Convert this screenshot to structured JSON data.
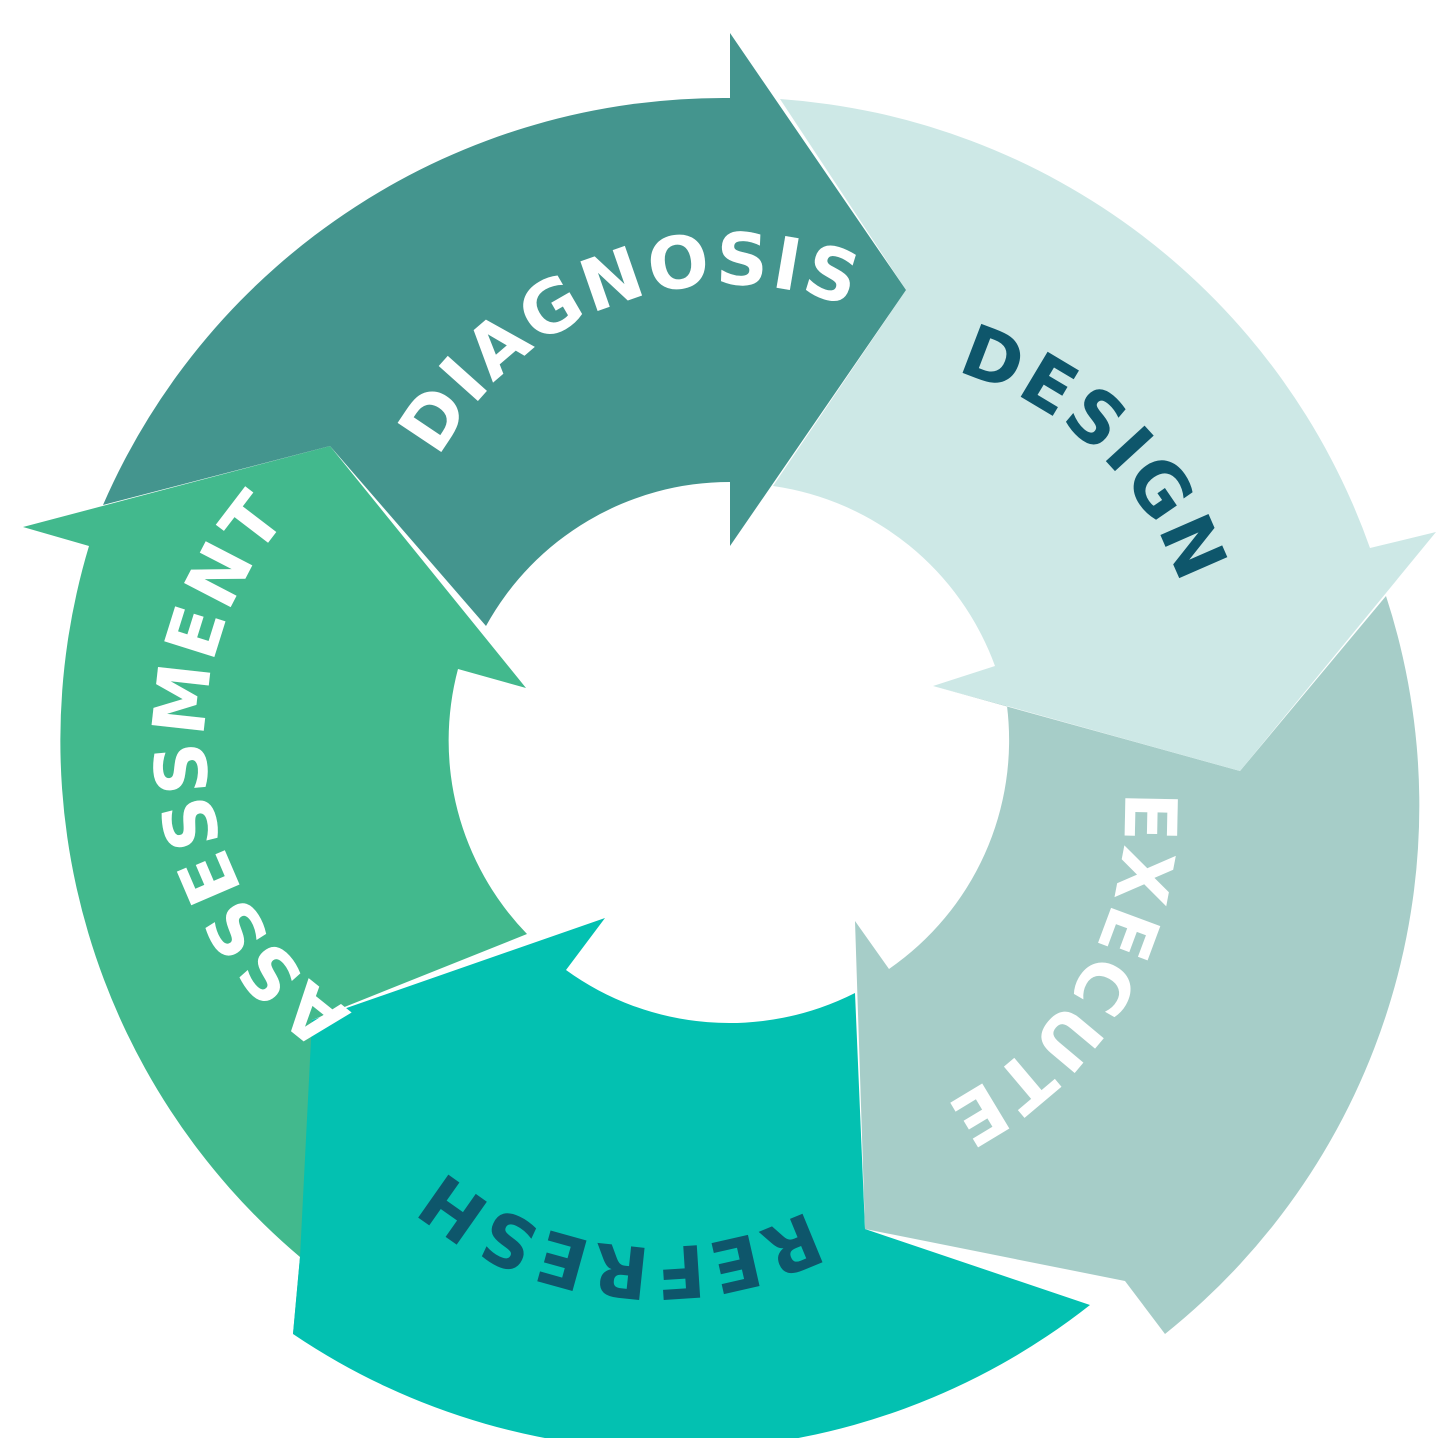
{
  "colors": {
    "background": "#ffffff",
    "diagnosis": "#44958E",
    "design": "#CDE8E6",
    "execute": "#A6CDC8",
    "refresh": "#03C1B1",
    "assessment": "#42B98D",
    "light_text": "#ffffff",
    "dark_text": "#0E566B"
  },
  "cycle": {
    "segments": [
      {
        "key": "diagnosis",
        "label": "DIAGNOSIS",
        "color": "#44958E",
        "text_color": "#ffffff"
      },
      {
        "key": "design",
        "label": "DESIGN",
        "color": "#CDE8E6",
        "text_color": "#0E566B"
      },
      {
        "key": "execute",
        "label": "EXECUTE",
        "color": "#A6CDC8",
        "text_color": "#ffffff"
      },
      {
        "key": "refresh",
        "label": "REFRESH",
        "color": "#03C1B1",
        "text_color": "#0E566B"
      },
      {
        "key": "assessment",
        "label": "ASSESSMENT",
        "color": "#42B98D",
        "text_color": "#ffffff"
      }
    ]
  }
}
